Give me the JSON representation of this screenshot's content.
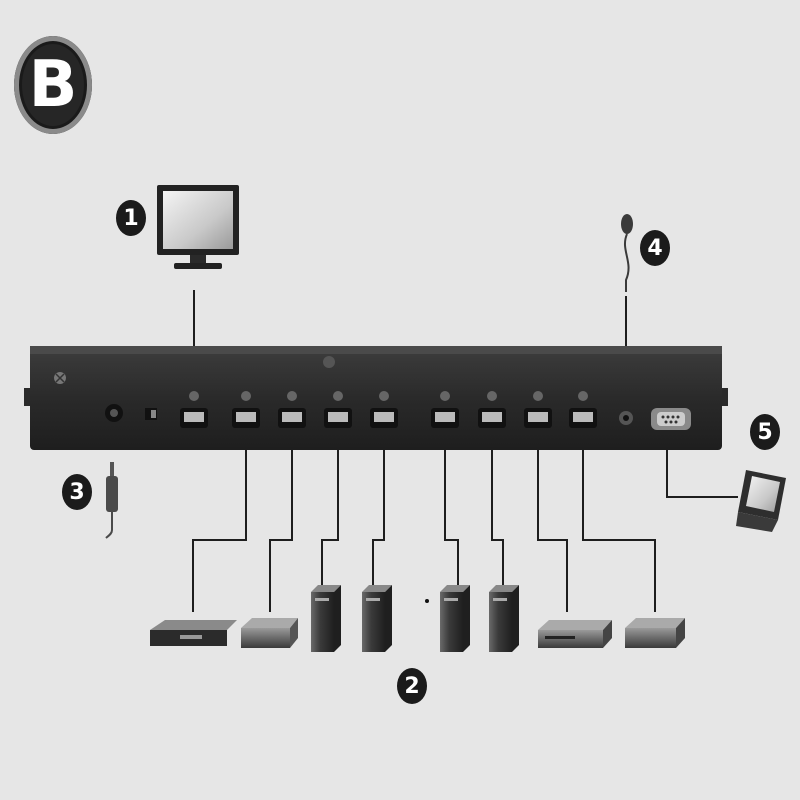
{
  "panel_label": "B",
  "callouts": {
    "monitor": "1",
    "sources": "2",
    "power": "3",
    "ir_receiver": "4",
    "serial": "5"
  },
  "colors": {
    "background": "#e6e6e6",
    "device_body": "#2b2b2b",
    "wire": "#1e1e1e",
    "badge": "#1b1b1b"
  }
}
